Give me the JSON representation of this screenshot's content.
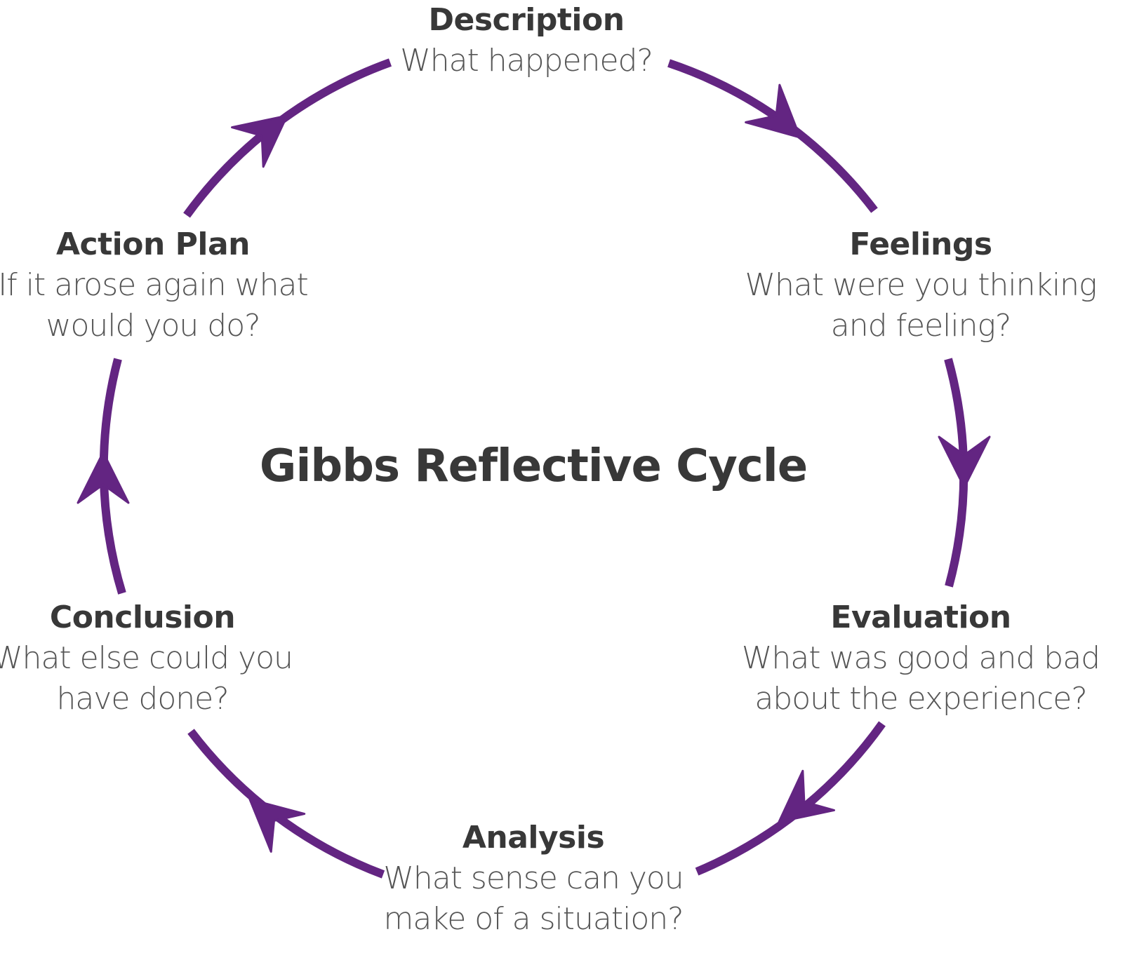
{
  "title": "Gibbs Reflective Cycle",
  "colors": {
    "arrow": "#632582",
    "title_text": "#383838",
    "question_text": "#555555"
  },
  "stages": [
    {
      "id": "description",
      "name": "Description",
      "question": [
        "What happened?"
      ]
    },
    {
      "id": "feelings",
      "name": "Feelings",
      "question": [
        "What were you thinking",
        "and feeling?"
      ]
    },
    {
      "id": "evaluation",
      "name": "Evaluation",
      "question": [
        "What was good and bad",
        "about the experience?"
      ]
    },
    {
      "id": "analysis",
      "name": "Analysis",
      "question": [
        "What sense can you",
        "make of a situation?"
      ]
    },
    {
      "id": "conclusion",
      "name": "Conclusion",
      "question": [
        "What else could you",
        "have done?"
      ]
    },
    {
      "id": "action-plan",
      "name": "Action Plan",
      "question": [
        "If it arose again what",
        "would you do?"
      ]
    }
  ],
  "cycle_direction": "clockwise",
  "connections": [
    {
      "from": "description",
      "to": "feelings"
    },
    {
      "from": "feelings",
      "to": "evaluation"
    },
    {
      "from": "evaluation",
      "to": "analysis"
    },
    {
      "from": "analysis",
      "to": "conclusion"
    },
    {
      "from": "conclusion",
      "to": "action-plan"
    },
    {
      "from": "action-plan",
      "to": "description"
    }
  ]
}
